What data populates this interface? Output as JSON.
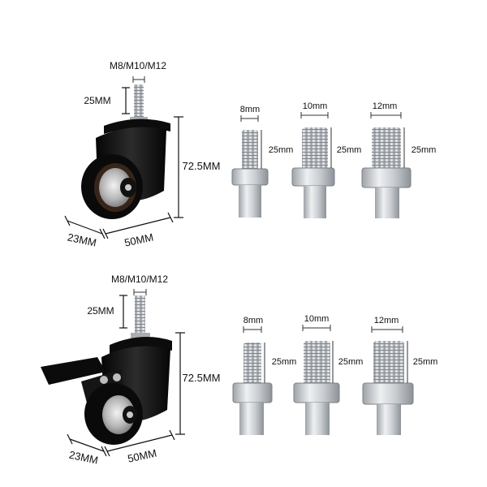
{
  "top": {
    "thread_label": "M8/M10/M12",
    "stem_height": "25MM",
    "total_height": "72.5MM",
    "width": "23MM",
    "diameter": "50MM",
    "bolts": [
      {
        "size": "8mm",
        "length": "25mm"
      },
      {
        "size": "10mm",
        "length": "25mm"
      },
      {
        "size": "12mm",
        "length": "25mm"
      }
    ]
  },
  "bottom": {
    "thread_label": "M8/M10/M12",
    "stem_height": "25MM",
    "total_height": "72.5MM",
    "width": "23MM",
    "diameter": "50MM",
    "bolts": [
      {
        "size": "8mm",
        "length": "25mm"
      },
      {
        "size": "10mm",
        "length": "25mm"
      },
      {
        "size": "12mm",
        "length": "25mm"
      }
    ]
  },
  "colors": {
    "caster_body": "#111111",
    "wheel_rim": "#9a9a9a",
    "steel": "#c8ccd0",
    "ink": "#111111"
  }
}
